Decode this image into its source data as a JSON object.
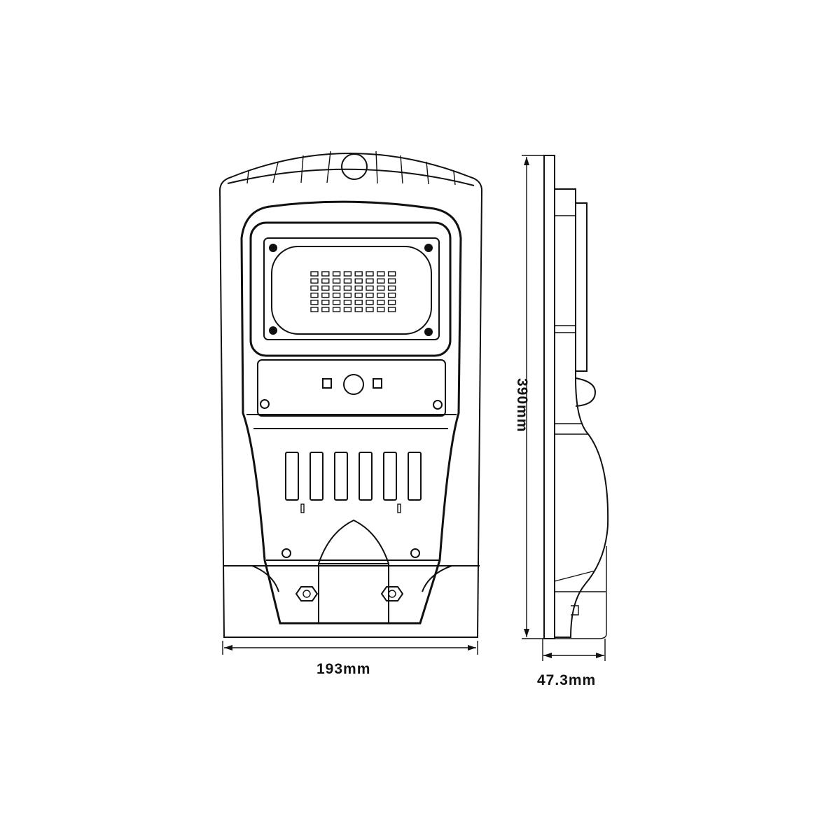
{
  "title": "Solar street light dimension drawing",
  "dimensions": {
    "width": "193mm",
    "height": "390mm",
    "depth": "47.3mm"
  },
  "led_grid": {
    "rows": 6,
    "cols": 8
  },
  "colors": {
    "line": "#111111",
    "background": "#ffffff"
  }
}
